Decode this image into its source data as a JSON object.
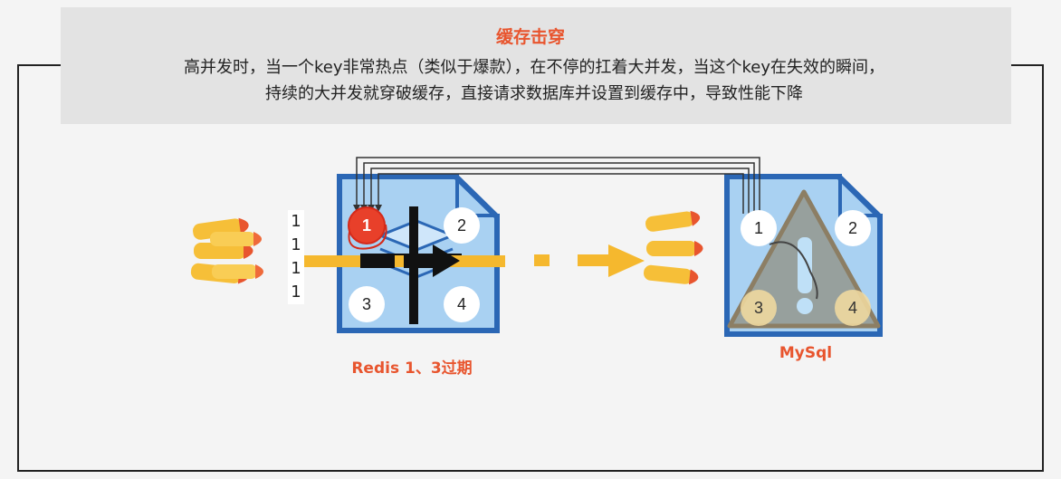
{
  "header": {
    "title": "缓存击穿",
    "line1": "高并发时，当一个key非常热点（类似于爆款），在不停的扛着大并发，当这个key在失效的瞬间，",
    "line2": "持续的大并发就穿破缓存，直接请求数据库并设置到缓存中，导致性能下降"
  },
  "redis": {
    "label": "Redis 1、3过期",
    "slots": [
      "1",
      "2",
      "3",
      "4"
    ]
  },
  "mysql": {
    "label": "MySql",
    "slots": [
      "1",
      "2",
      "3",
      "4"
    ]
  },
  "requests": [
    "1",
    "1",
    "1",
    "1"
  ],
  "colors": {
    "accent": "#e8552e",
    "arrow": "#f5b82e",
    "card_border": "#2b67b5",
    "card_fill": "#a9d1f2",
    "warning": "#8c7e64"
  }
}
